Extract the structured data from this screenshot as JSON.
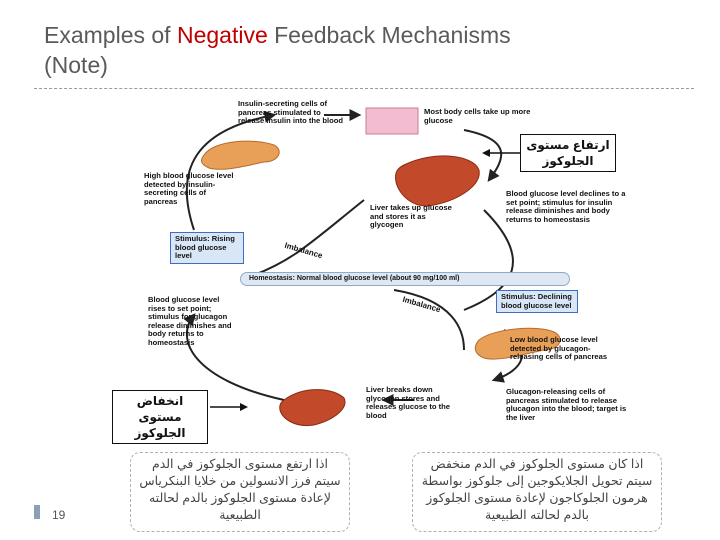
{
  "slide": {
    "title_pre": "Examples of ",
    "title_emph": "Negative",
    "title_post": " Feedback Mechanisms",
    "subtitle": "(Note)",
    "page_number": "19"
  },
  "diagram": {
    "insulin_cells": "Insulin-secreting cells of pancreas stimulated to release insulin into the blood",
    "body_cells": "Most body cells take up more glucose",
    "high_glucose": "High blood glucose level detected by insulin-secreting cells of pancreas",
    "liver_takes": "Liver takes up glucose and stores it as glycogen",
    "declines": "Blood glucose level declines to a set point; stimulus for insulin release diminishes and body returns to homeostasis",
    "stimulus_rising": "Stimulus: Rising blood glucose level",
    "imbalance_top": "Imbalance",
    "homeostasis": "Homeostasis: Normal blood glucose level (about 90 mg/100 ml)",
    "imbalance_bottom": "Imbalance",
    "stimulus_declining": "Stimulus: Declining blood glucose level",
    "rises": "Blood glucose level rises to set point; stimulus for glucagon release diminishes and body returns to homeostasis",
    "low_glucose": "Low blood glucose level detected by glucagon-releasing cells of pancreas",
    "liver_breaks": "Liver breaks down glycogen stores and releases glucose to the blood",
    "glucagon_cells": "Glucagon-releasing cells of pancreas stimulated to release glucagon into the blood; target is the liver"
  },
  "callouts": {
    "rise": "ارتفاع مستوى الجلوكوز",
    "fall": "انخفاض مستوى الجلوكوز"
  },
  "notes": {
    "left": "اذا ارتفع مستوى الجلوكوز في الدم سيتم فرز الانسولين من خلايا البنكرياس لإعادة مستوى الجلوكوز بالدم لحالته الطبيعية",
    "right": "اذا كان مستوى الجلوكوز في الدم منخفض سيتم تحويل الجلايكوجين إلى جلوكوز بواسطة هرمون الجلوكاجون لإعادة مستوى الجلوكوز بالدم لحالته الطبيعية"
  }
}
